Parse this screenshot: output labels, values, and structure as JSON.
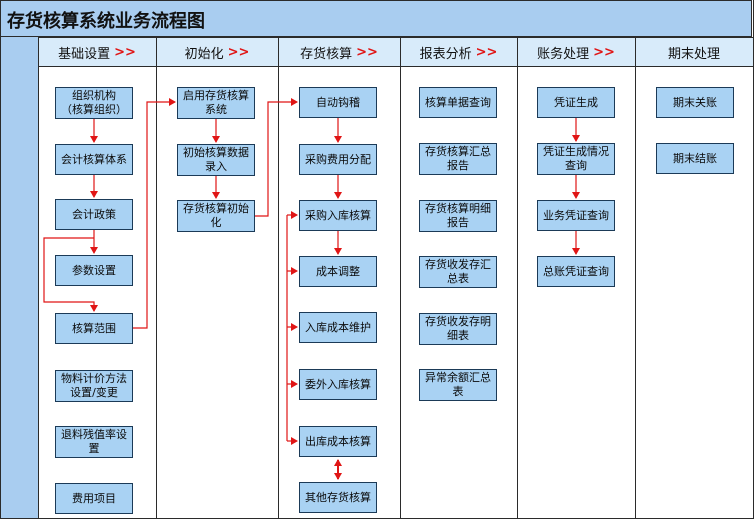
{
  "title": "存货核算系统业务流程图",
  "arrow_glyph": ">>",
  "columns": [
    {
      "label": "基础设置",
      "has_arrow": true
    },
    {
      "label": "初始化",
      "has_arrow": true
    },
    {
      "label": "存货核算",
      "has_arrow": true
    },
    {
      "label": "报表分析",
      "has_arrow": true
    },
    {
      "label": "账务处理",
      "has_arrow": true
    },
    {
      "label": "期末处理",
      "has_arrow": false
    }
  ],
  "nodes": {
    "col1": [
      "组织机构\n（核算组织）",
      "会计核算体系",
      "会计政策",
      "参数设置",
      "核算范围",
      "物料计价方法\n设置/变更",
      "退料残值率设\n置",
      "费用项目"
    ],
    "col2": [
      "启用存货核算\n系统",
      "初始核算数据\n录入",
      "存货核算初始\n化"
    ],
    "col3": [
      "自动钩稽",
      "采购费用分配",
      "采购入库核算",
      "成本调整",
      "入库成本维护",
      "委外入库核算",
      "出库成本核算",
      "其他存货核算"
    ],
    "col4": [
      "核算单据查询",
      "存货核算汇总\n报告",
      "存货核算明细\n报告",
      "存货收发存汇\n总表",
      "存货收发存明\n细表",
      "异常余额汇总\n表"
    ],
    "col5": [
      "凭证生成",
      "凭证生成情况\n查询",
      "业务凭证查询",
      "总账凭证查询"
    ],
    "col6": [
      "期末关账",
      "期末结账"
    ]
  },
  "colors": {
    "band": "#a9cdf0",
    "header": "#d8ebfa",
    "node_fill": "#a9d2f3",
    "node_border": "#1b3a57",
    "connector": "#e01515"
  }
}
